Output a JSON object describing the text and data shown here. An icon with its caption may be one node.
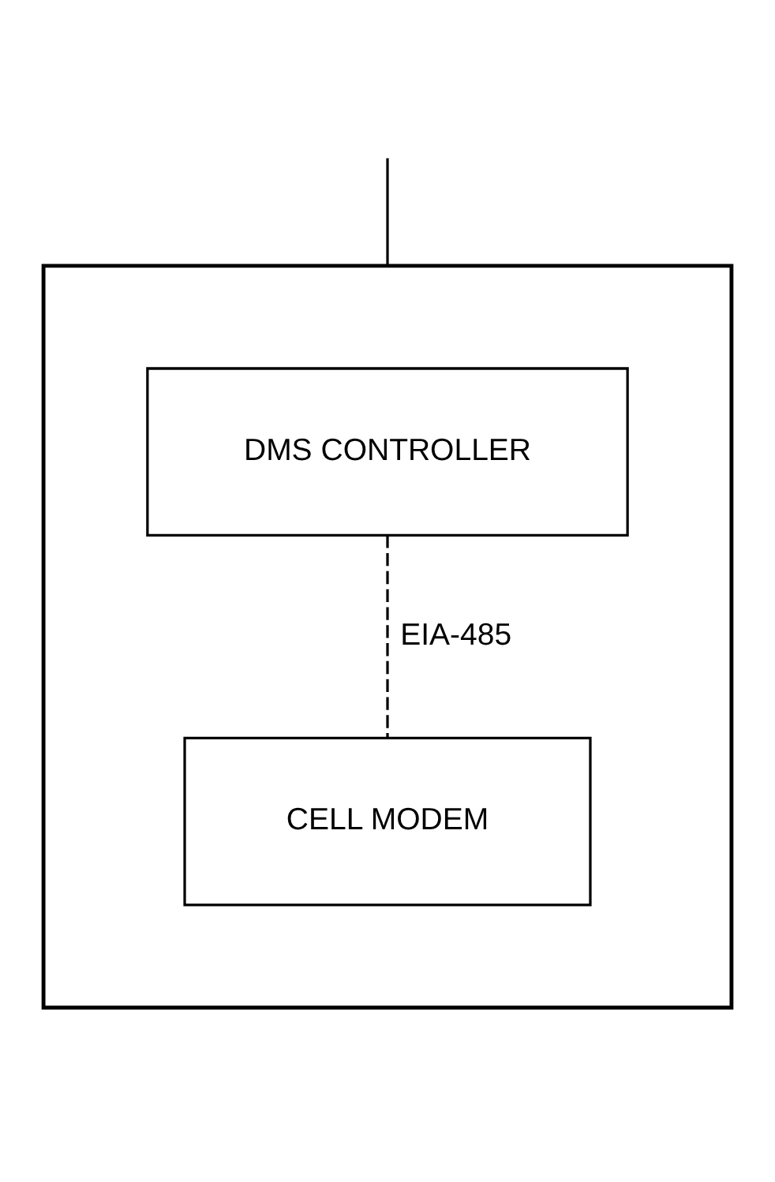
{
  "diagram": {
    "nodes": [
      {
        "text": [],
        "shape": "box"
      },
      {
        "text": [
          "DMS CONTROLLER"
        ],
        "in": 0
      },
      {
        "text": [
          "CELL MODEM"
        ],
        "in": 0
      }
    ],
    "edges": [
      {
        "from": null,
        "to": 0,
        "arrow": "none"
      },
      {
        "from": 1,
        "to": 2,
        "arrow": "none",
        "style": "dashed",
        "label": "EIA-485"
      }
    ]
  }
}
